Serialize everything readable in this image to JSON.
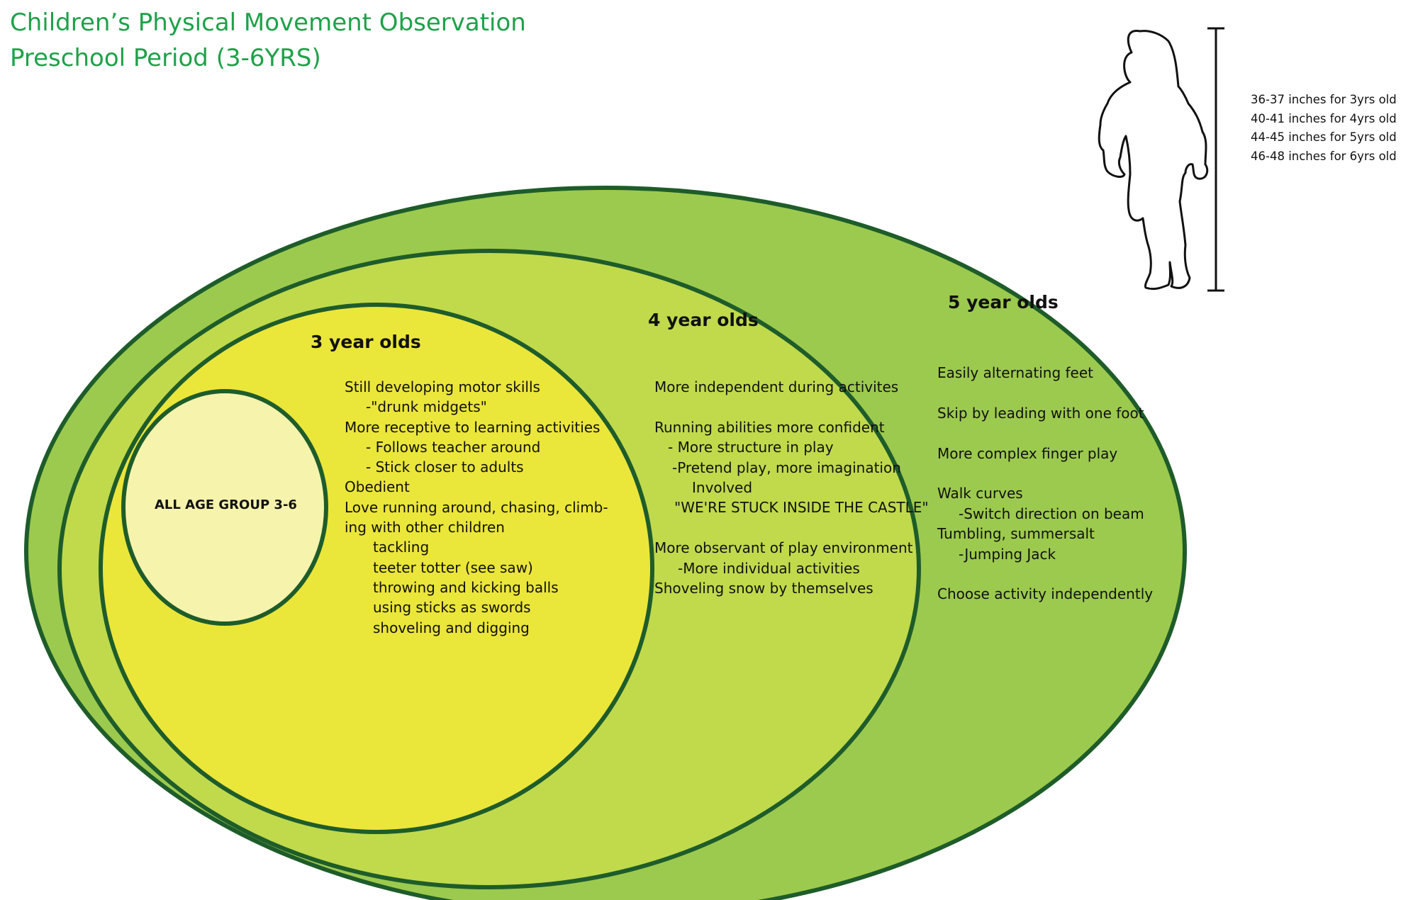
{
  "title": {
    "line1": "Children’s Physical Movement Observation",
    "line2": "Preschool Period (3-6YRS)"
  },
  "colors": {
    "title": "#1fa14a",
    "outline": "#1e5c2a",
    "ring_5yr": "#9cca4e",
    "ring_4yr": "#c0da4c",
    "ring_3yr": "#ebe63a",
    "core": "#f6f3ad"
  },
  "core": {
    "label": "ALL AGE GROUP 3-6"
  },
  "age_3": {
    "heading": "3 year olds",
    "lines": [
      "Still developing motor skills",
      "-\"drunk midgets\"",
      "More receptive to learning activities",
      "- Follows teacher around",
      "- Stick closer to adults",
      "Obedient",
      "Love running around, chasing, climb-",
      "ing with other children",
      "tackling",
      "teeter totter (see saw)",
      "throwing and kicking balls",
      "using sticks as swords",
      "shoveling and digging"
    ]
  },
  "age_4": {
    "heading": "4 year olds",
    "lines": [
      "More independent during activites",
      "",
      "Running abilities more confident",
      "- More structure in play",
      "-Pretend play, more imagination",
      "Involved",
      "\"WE'RE STUCK INSIDE THE CASTLE\"",
      "",
      "More observant of play environment",
      "-More individual activities",
      "Shoveling snow by themselves"
    ]
  },
  "age_5": {
    "heading": "5 year olds",
    "lines": [
      "Easily alternating feet",
      "",
      "Skip by leading with one foot",
      "",
      "More complex finger play",
      "",
      "Walk curves",
      "-Switch direction on beam",
      "Tumbling, summersalt",
      "-Jumping Jack",
      "",
      "Choose activity independently"
    ]
  },
  "heights": {
    "icon": "child-silhouette-icon",
    "lines": [
      "36-37 inches for 3yrs old",
      "40-41 inches for 4yrs old",
      "44-45 inches for 5yrs old",
      "46-48 inches for 6yrs old"
    ]
  }
}
